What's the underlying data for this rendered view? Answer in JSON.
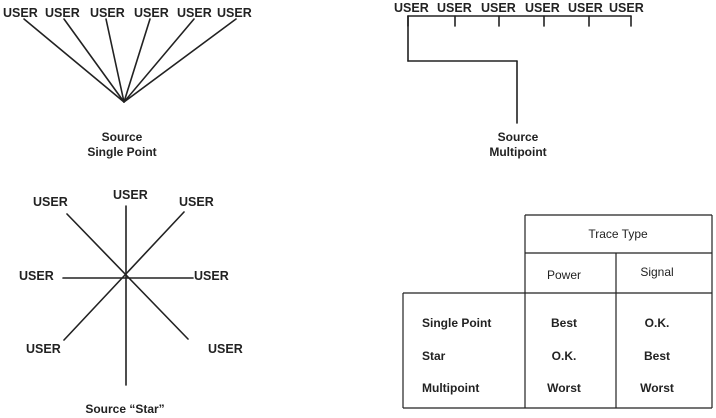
{
  "user_label": "USER",
  "single_point": {
    "caption_line1": "Source",
    "caption_line2": "Single Point"
  },
  "multipoint": {
    "caption_line1": "Source",
    "caption_line2": "Multipoint"
  },
  "star": {
    "caption": "Source “Star”"
  },
  "table": {
    "group_header": "Trace Type",
    "columns": [
      "Power",
      "Signal"
    ],
    "rows": [
      {
        "label": "Single Point",
        "power": "Best",
        "signal": "O.K."
      },
      {
        "label": "Star",
        "power": "O.K.",
        "signal": "Best"
      },
      {
        "label": "Multipoint",
        "power": "Worst",
        "signal": "Worst"
      }
    ]
  },
  "colors": {
    "line": "#222222",
    "text": "#222222",
    "background": "#ffffff"
  }
}
